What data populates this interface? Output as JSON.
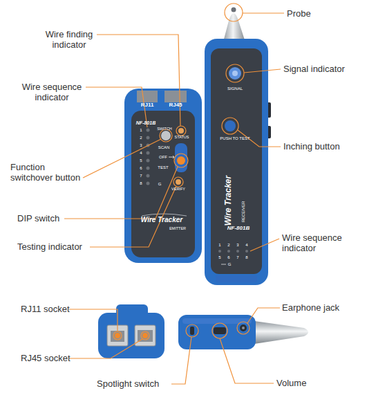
{
  "diagram": {
    "nodes": [
      {
        "text": [
          "RJ11",
          "RJ45",
          "NF-801B",
          "SWITCH",
          "STATUS",
          "1",
          "2",
          "3",
          "4",
          "5",
          "6",
          "7",
          "8",
          "SCAN",
          "OFF",
          "TEST",
          "G",
          "VERIFY",
          "Wire Tracker",
          "EMITTER"
        ]
      },
      {
        "text": [
          "SIGNAL",
          "PUSH TO TEST",
          "Wire Tracker",
          "RECEIVER",
          "NF-801B",
          "1",
          "2",
          "3",
          "4",
          "5",
          "6",
          "7",
          "8",
          "G"
        ]
      }
    ],
    "labels": [
      "Probe",
      "Wire finding indicator",
      "Wire sequence indicator",
      "Signal indicator",
      "Function switchover button",
      "Inching button",
      "DIP switch",
      "Testing indicator",
      "Wire sequence indicator",
      "RJ11 socket",
      "Earphone jack",
      "RJ45 socket",
      "Spotlight switch",
      "Volume"
    ]
  }
}
